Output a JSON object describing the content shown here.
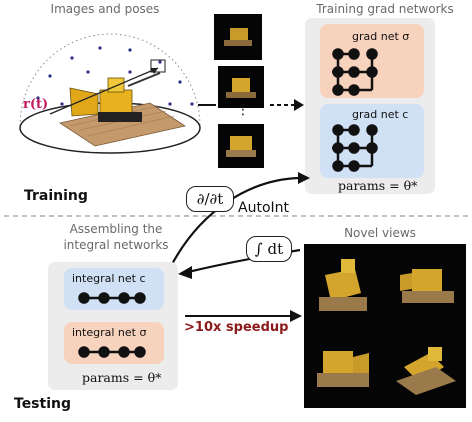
{
  "top_left_caption": "Images and poses",
  "top_right_caption": "Training grad networks",
  "grad_net_sigma": "grad net σ",
  "grad_net_c": "grad net c",
  "params_top": "params = θ*",
  "training_label": "Training",
  "testing_label": "Testing",
  "derivative_op": "∂/∂t",
  "autoint_label": "AutoInt",
  "integral_op": "∫ dt",
  "assembling_caption_line1": "Assembling the",
  "assembling_caption_line2": "integral networks",
  "integral_net_c": "integral net c",
  "integral_net_sigma": "integral net σ",
  "params_bottom": "params = θ*",
  "speedup_label": ">10x speedup",
  "novel_views_caption": "Novel views",
  "ray_label": "r(t)",
  "colors": {
    "sigma_box": "#f7d2bd",
    "c_box": "#d0e1f5",
    "panel": "#ececec",
    "speedup": "#8b1a1a",
    "ray": "#c2185b"
  }
}
